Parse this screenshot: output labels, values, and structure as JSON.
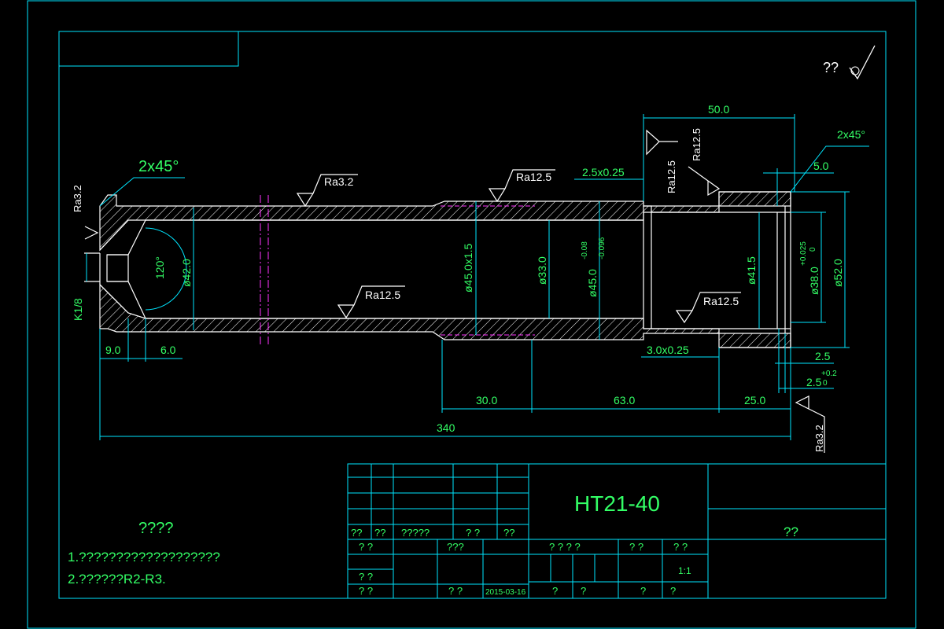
{
  "colors": {
    "background": "#000000",
    "border": "#00e6ff",
    "text": "#33ff66",
    "part": "#ffffff",
    "hatch": "#ffffff",
    "centerline": "#ff33ff"
  },
  "corner_label": "?? ",
  "chamfers": {
    "left": "2x45°",
    "right": "2x45°"
  },
  "roughness": {
    "left_end": "Ra3.2",
    "top_bore": "Ra3.2",
    "top_step": "Ra12.5",
    "inner_bore": "Ra12.5",
    "right_outer_a": "Ra12.5",
    "right_outer_b": "Ra12.5",
    "right_inner": "Ra12.5",
    "right_end": "Ra3.2"
  },
  "dimensions": {
    "d42": "ø42.0",
    "angle": "120°",
    "k18": "K1/8",
    "d45thread": "ø45.0x1.5",
    "d33": "ø33.0",
    "d45": "ø45.0",
    "d45_tol_upper": "-0.08",
    "d45_tol_lower": "-0.096",
    "d41": "ø41.5",
    "d38": "ø38.0",
    "d38_tol_upper": "+0.025",
    "d38_tol_lower": "0",
    "d52": "ø52.0",
    "groove_top": "2.5x0.25",
    "groove_bottom": "3.0x0.25",
    "len50": "50.0",
    "len5": "5.0",
    "len9": "9.0",
    "len6": "6.0",
    "len30": "30.0",
    "len63": "63.0",
    "len25": "25.0",
    "len340": "340",
    "len2_5": "2.5",
    "len2_5b": "2.5",
    "len2_5b_upper": "+0.2",
    "len2_5b_lower": "0"
  },
  "notes": {
    "title": "????",
    "line1": "1.???????????????????",
    "line2": "2.??????R2-R3."
  },
  "title_block": {
    "part_number": "HT21-40",
    "material": "??",
    "row_labels": [
      "??",
      "??",
      "?????",
      "? ?",
      "??"
    ],
    "designer_label": "? ?",
    "std_label": "???",
    "check_label": "? ?",
    "approve_label": "? ?",
    "date_label": "? ?",
    "date": "2015-03-16",
    "stage_label": "? ? ? ?",
    "weight_label": "? ?",
    "scale_label": "? ?",
    "scale": "1:1",
    "sheet_a": "?",
    "sheet_b": "?",
    "sheet_c": "?",
    "sheet_d": "?"
  }
}
